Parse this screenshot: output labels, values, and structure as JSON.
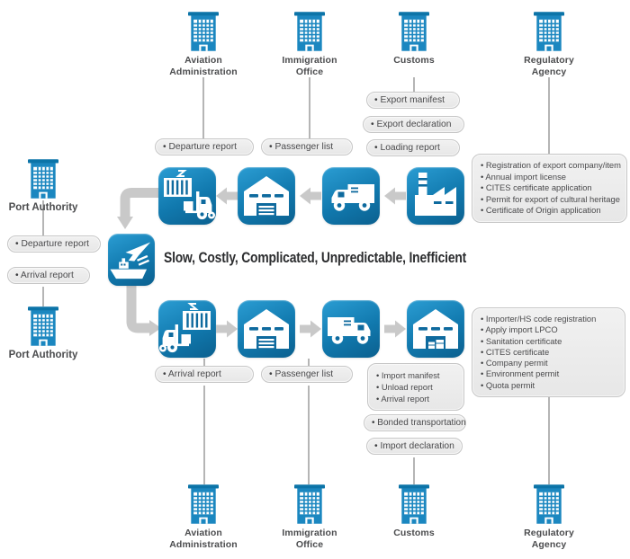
{
  "title": "Slow, Costly, Complicated, Unpredictable, Inefficient",
  "agencies": {
    "top": [
      {
        "label": "Aviation\nAdministration"
      },
      {
        "label": "Immigration\nOffice"
      },
      {
        "label": "Customs"
      },
      {
        "label": "Regulatory\nAgency"
      }
    ],
    "bottom": [
      {
        "label": "Aviation\nAdministration"
      },
      {
        "label": "Immigration\nOffice"
      },
      {
        "label": "Customs"
      },
      {
        "label": "Regulatory\nAgency"
      }
    ]
  },
  "port_authority": {
    "top_label": "Port Authority",
    "bottom_label": "Port Authority",
    "documents": [
      "Departure report",
      "Arrival report"
    ]
  },
  "export_flow": {
    "aviation_doc": "Departure report",
    "immigration_doc": "Passenger list",
    "customs_docs": [
      "Export manifest",
      "Export declaration",
      "Loading report"
    ],
    "regulatory_docs": [
      "Registration of export company/item",
      "Annual import license",
      "CITES certificate application",
      "Permit for export of cultural heritage",
      "Certificate of Origin application"
    ]
  },
  "import_flow": {
    "aviation_doc": "Arrival report",
    "immigration_doc": "Passenger list",
    "customs_docs_grouped": [
      "Import manifest",
      "Unload report",
      "Arrival report"
    ],
    "bonded_doc": "Bonded transportation",
    "declaration_doc": "Import declaration",
    "regulatory_docs": [
      "Importer/HS code registration",
      "Apply import LPCO",
      "Sanitation certificate",
      "CITES certificate",
      "Company permit",
      "Environment permit",
      "Quota permit"
    ]
  },
  "icons": {
    "building": "building-icon",
    "forklift": "forklift-icon",
    "warehouse": "warehouse-icon",
    "truck": "truck-icon",
    "factory": "factory-icon",
    "warehouse_boxes": "warehouse-boxes-icon",
    "ship_plane": "ship-plane-icon",
    "arrow": "flow-arrow-icon"
  },
  "colors": {
    "icon_blue_light": "#2b9dd3",
    "icon_blue_dark": "#0b608f",
    "building_blue": "#1b87c0",
    "building_cap": "#0c74a8",
    "arrow_gray": "#c9c9c9",
    "line_gray": "#b5b5b5",
    "box_bg": "#ededed",
    "box_border": "#c6c6c6",
    "text_gray": "#4a4a4c",
    "title_text": "#2c2d2f"
  }
}
